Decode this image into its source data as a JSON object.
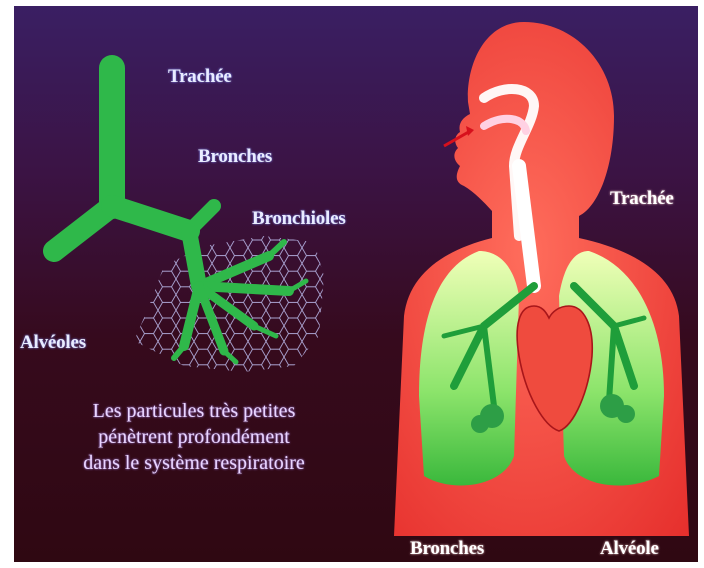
{
  "left_diagram": {
    "labels": {
      "trachea": "Trachée",
      "bronchi": "Bronches",
      "bronchioles": "Bronchioles",
      "alveoli": "Alvéoles"
    },
    "caption_lines": [
      "Les particules très petites",
      "pénètrent profondément",
      "dans le système respiratoire"
    ]
  },
  "right_diagram": {
    "labels": {
      "trachea": "Trachée",
      "bronchi": "Bronches",
      "alveolus": "Alvéole"
    }
  },
  "colors": {
    "airway_green": "#2fb84a",
    "body_red": "#f5463a",
    "lung_green": "#b7f07a",
    "label_text": "#e9ecff"
  }
}
